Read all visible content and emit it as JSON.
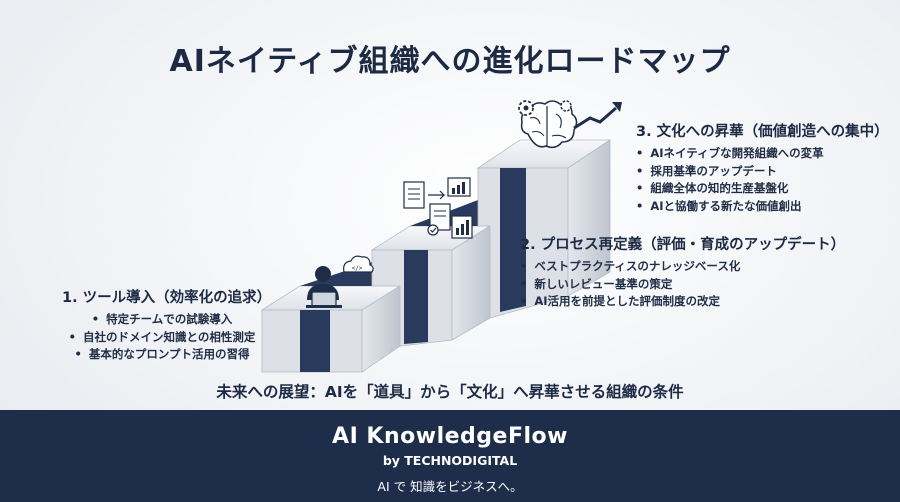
{
  "title": "AIネイティブ組織への進化ロードマップ",
  "steps": [
    {
      "heading": "1. ツール導入（効率化の追求）",
      "items": [
        "特定チームでの試験導入",
        "自社のドメイン知識との相性測定",
        "基本的なプロンプト活用の習得"
      ]
    },
    {
      "heading": "2. プロセス再定義（評価・育成のアップデート）",
      "items": [
        "ベストプラクティスのナレッジベース化",
        "新しいレビュー基準の策定",
        "AI活用を前提とした評価制度の改定"
      ]
    },
    {
      "heading": "3. 文化への昇華（価値創造への集中）",
      "items": [
        "AIネイティブな開発組織への変革",
        "採用基準のアップデート",
        "組織全体の知的生産基盤化",
        "AIと協働する新たな価値創出"
      ]
    }
  ],
  "tagline": "未来への展望：AIを「道具」から「文化」へ昇華させる組織の条件",
  "footer": {
    "brand": "AI KnowledgeFlow",
    "by": "by TECHNODIGITAL",
    "slogan": "AI で 知識をビジネスへ。"
  },
  "colors": {
    "navy": "#1e2d4a",
    "stair_light": "#eef0f3",
    "stair_side": "#c9ced6",
    "stair_stripe": "#2a3a5c"
  },
  "icons": [
    "person-laptop-icon",
    "cloud-code-icon",
    "document-chart-icon",
    "brain-gear-icon",
    "growth-arrow-icon"
  ]
}
